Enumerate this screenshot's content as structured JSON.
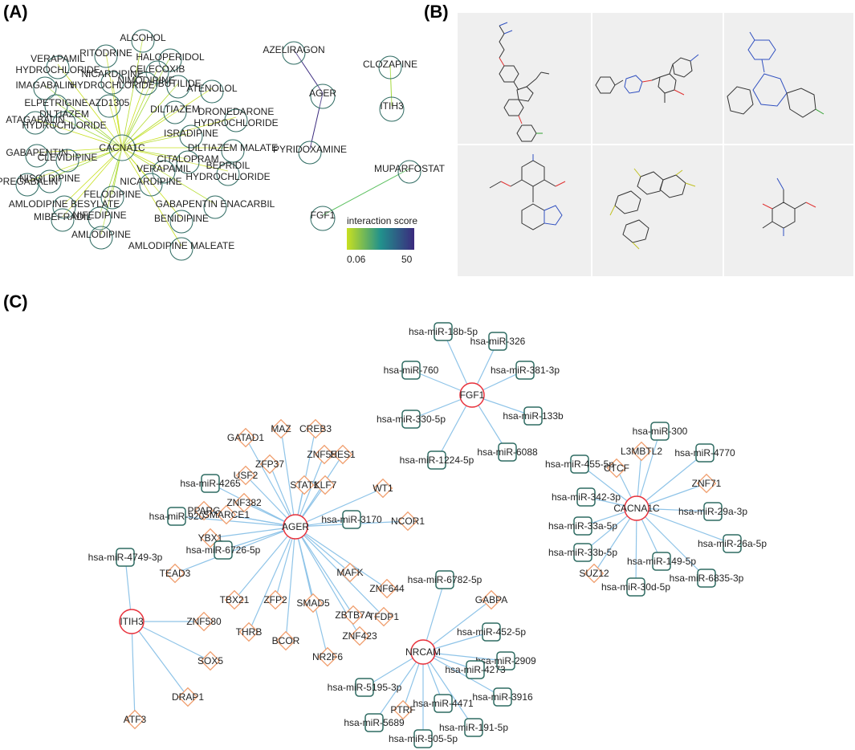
{
  "panel_labels": {
    "a": "(A)",
    "b": "(B)",
    "c": "(C)"
  },
  "panel_a": {
    "hub": "CACNA1C",
    "drugs": [
      "ALCOHOL",
      "RITODRINE",
      "HALOPERIDOL",
      "VERAPAMIL\nHYDROCHLORIDE",
      "CELECOXIB",
      "NIMODIPINE",
      "IMAGABALIN",
      "NICARDIPINE\nHYDROCHLORIDE",
      "IBUTILIDE",
      "ATENOLOL",
      "ELPETRIGINE",
      "AZD1305",
      "DILTIAZEM",
      "ATAGABALIN",
      "DILTIAZEM\nHYDROCHLORIDE",
      "DRONEDARONE\nHYDROCHLORIDE",
      "ISRADIPINE",
      "GABAPENTIN",
      "CLEVIDIPINE",
      "DILTIAZEM MALATE",
      "CITALOPRAM",
      "VERAPAMIL",
      "NISOLDIPINE",
      "BEPRIDIL\nHYDROCHLORIDE",
      "NICARDIPINE",
      "PREGABALIN",
      "FELODIPINE",
      "AMLODIPINE BESYLATE",
      "GABAPENTIN ENACARBIL",
      "MIBEFRADIL",
      "NIFEDIPINE",
      "BENIDIPINE",
      "AMLODIPINE",
      "AMLODIPINE MALEATE"
    ],
    "ager_net": {
      "hub": "AGER",
      "drugs": [
        "AZELIRAGON",
        "PYRIDOXAMINE"
      ]
    },
    "itih3_net": {
      "hub": "ITIH3",
      "drugs": [
        "CLOZAPINE"
      ]
    },
    "fgf1_net": {
      "hub": "FGF1",
      "drugs": [
        "MUPARFOSTAT"
      ]
    },
    "legend": {
      "title": "interaction score",
      "min_label": "0.06",
      "max_label": "50",
      "colors": [
        "#c8e020",
        "#21918c",
        "#3b2a7e"
      ]
    }
  },
  "panel_b": {
    "structure_count": 6,
    "panel_bg": "#efefef"
  },
  "panel_c": {
    "gene_color": "#e8303a",
    "mirna_color": "#2e6b62",
    "tf_color": "#f0a070",
    "edge_color": "#8fc4e8",
    "genes": [
      "FGF1",
      "AGER",
      "CACNA1C",
      "ITIH3",
      "NRCAM"
    ],
    "fgf1": [
      "hsa-miR-18b-5p",
      "hsa-miR-326",
      "hsa-miR-760",
      "hsa-miR-381-3p",
      "hsa-miR-330-5p",
      "hsa-miR-133b",
      "hsa-miR-1224-5p",
      "hsa-miR-6088"
    ],
    "ager": [
      "GATAD1",
      "MAZ",
      "CREB3",
      "ZFP37",
      "ZNF558",
      "HES1",
      "hsa-miR-4265",
      "USF2",
      "STAT1",
      "KLF7",
      "WT1",
      "PPARG",
      "ZNF382",
      "SMARCE1",
      "hsa-miR-920",
      "hsa-miR-3170",
      "NCOR1",
      "YBX1",
      "hsa-miR-6726-5p",
      "MAFK",
      "ZNF644",
      "TEAD3",
      "TBX21",
      "ZFP2",
      "SMAD5",
      "ZBTB7A",
      "TFDP1",
      "THRB",
      "BCOR",
      "ZNF423",
      "NR2F6"
    ],
    "cacna1c": [
      "hsa-miR-300",
      "CTCF",
      "L3MBTL2",
      "hsa-miR-4770",
      "hsa-miR-455-5p",
      "ZNF71",
      "hsa-miR-342-3p",
      "hsa-miR-29a-3p",
      "hsa-miR-33a-5p",
      "hsa-miR-26a-5p",
      "hsa-miR-33b-5p",
      "hsa-miR-149-5p",
      "SUZ12",
      "hsa-miR-6835-3p",
      "hsa-miR-30d-5p"
    ],
    "itih3": [
      "hsa-miR-4749-3p",
      "ZNF580",
      "SOX5",
      "DRAP1",
      "ATF3"
    ],
    "nrcam": [
      "hsa-miR-6782-5p",
      "GABPA",
      "hsa-miR-452-5p",
      "hsa-miR-2909",
      "hsa-miR-4273",
      "hsa-miR-3916",
      "hsa-miR-5195-3p",
      "hsa-miR-4471",
      "PTRF",
      "hsa-miR-191-5p",
      "hsa-miR-5689",
      "hsa-miR-505-5p"
    ]
  }
}
